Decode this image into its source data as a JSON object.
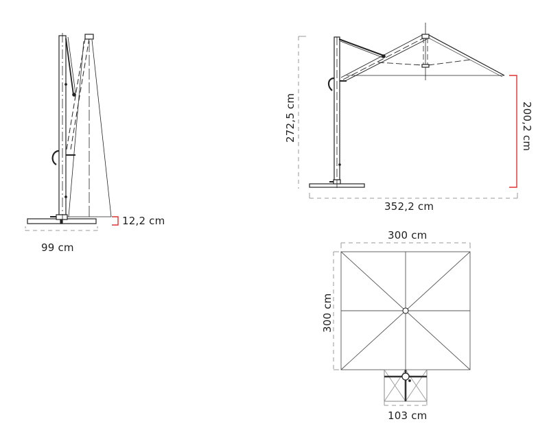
{
  "diagram": {
    "subject": "cantilever parasol technical drawing",
    "colors": {
      "line": "#222222",
      "dim_line": "#999999",
      "accent_dim": "#e03030",
      "background": "#ffffff"
    },
    "views": {
      "folded_side": {
        "base_width_label": "99 cm",
        "base_height_label": "12,2 cm"
      },
      "open_side": {
        "total_height_label": "272,5 cm",
        "clearance_label": "200,2 cm",
        "total_reach_label": "352,2 cm"
      },
      "top": {
        "canopy_width_label": "300 cm",
        "canopy_depth_label": "300 cm",
        "base_width_label": "103 cm"
      }
    }
  }
}
